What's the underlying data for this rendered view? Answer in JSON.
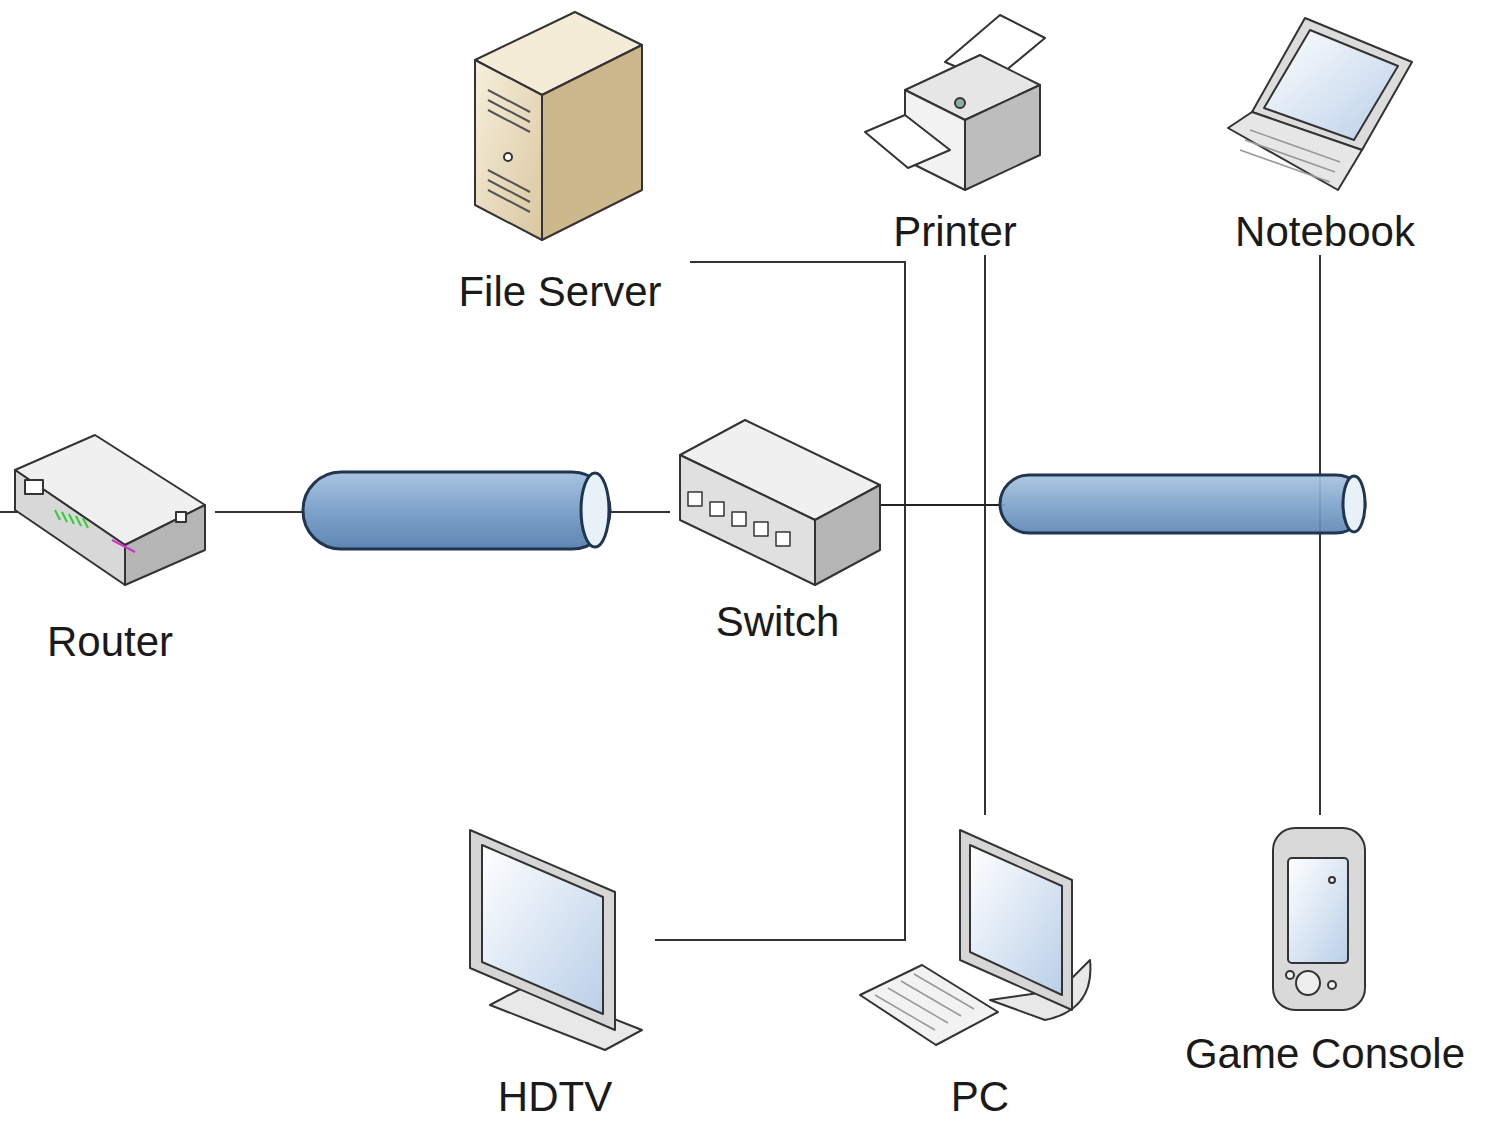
{
  "diagram": {
    "nodes": [
      {
        "text": [
          "File Server"
        ]
      },
      {
        "text": [
          "Printer"
        ]
      },
      {
        "text": [
          "Notebook"
        ]
      },
      {
        "text": [
          "Router"
        ]
      },
      {
        "text": [
          "Switch"
        ]
      },
      {
        "text": [
          "HDTV"
        ]
      },
      {
        "text": [
          "PC"
        ]
      },
      {
        "text": [
          "Game Console"
        ]
      }
    ],
    "edges": [
      {
        "from": 3,
        "to": 4,
        "arrow": "none"
      },
      {
        "from": 0,
        "to": 5,
        "arrow": "none"
      },
      {
        "from": 1,
        "to": 6,
        "arrow": "none"
      },
      {
        "from": 2,
        "to": 7,
        "arrow": "none"
      }
    ]
  }
}
